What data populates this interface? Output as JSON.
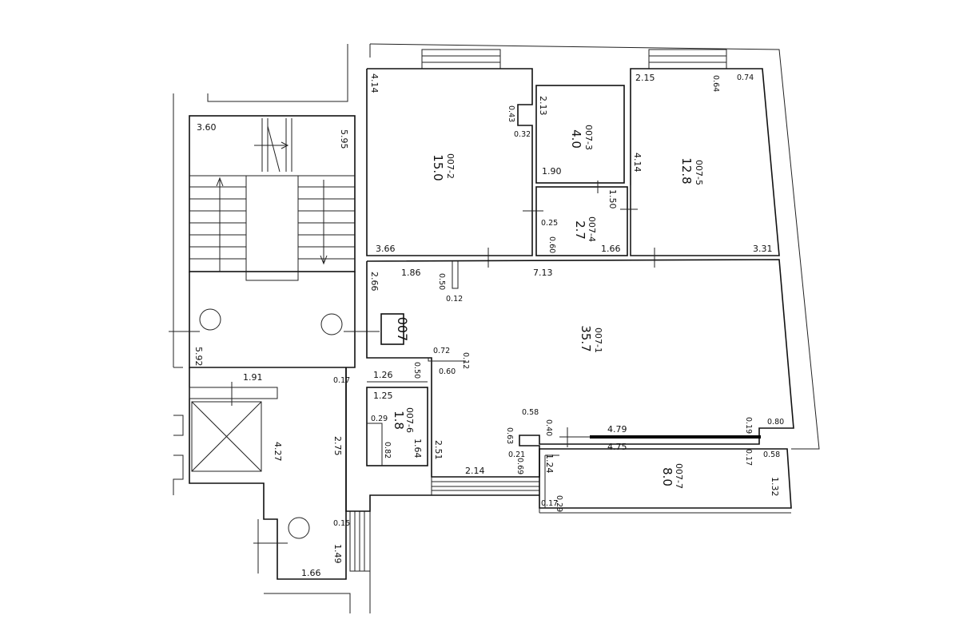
{
  "plan": {
    "apartment_id": "007",
    "rooms": [
      {
        "id": "007-1",
        "area": "35.7"
      },
      {
        "id": "007-2",
        "area": "15.0"
      },
      {
        "id": "007-3",
        "area": "4.0"
      },
      {
        "id": "007-4",
        "area": "2.7"
      },
      {
        "id": "007-5",
        "area": "12.8"
      },
      {
        "id": "007-6",
        "area": "1.8"
      },
      {
        "id": "007-7",
        "area": "8.0"
      }
    ],
    "dimensions": [
      "3.60",
      "5.95",
      "4.14",
      "0.43",
      "0.32",
      "3.66",
      "2.13",
      "1.90",
      "0.25",
      "0.60",
      "1.66",
      "1.50",
      "2.15",
      "0.64",
      "0.74",
      "4.14",
      "3.31",
      "1.86",
      "0.50",
      "0.12",
      "7.13",
      "2.66",
      "0.72",
      "0.12",
      "0.60",
      "1.26",
      "0.50",
      "1.25",
      "0.29",
      "0.82",
      "1.64",
      "2.51",
      "0.17",
      "2.75",
      "5.92",
      "1.91",
      "4.27",
      "0.58",
      "0.63",
      "0.40",
      "0.21",
      "0.69",
      "1.24",
      "2.14",
      "4.79",
      "4.75",
      "0.19",
      "0.80",
      "0.17",
      "0.58",
      "1.32",
      "0.17",
      "0.29",
      "0.15",
      "1.49",
      "1.66"
    ]
  }
}
